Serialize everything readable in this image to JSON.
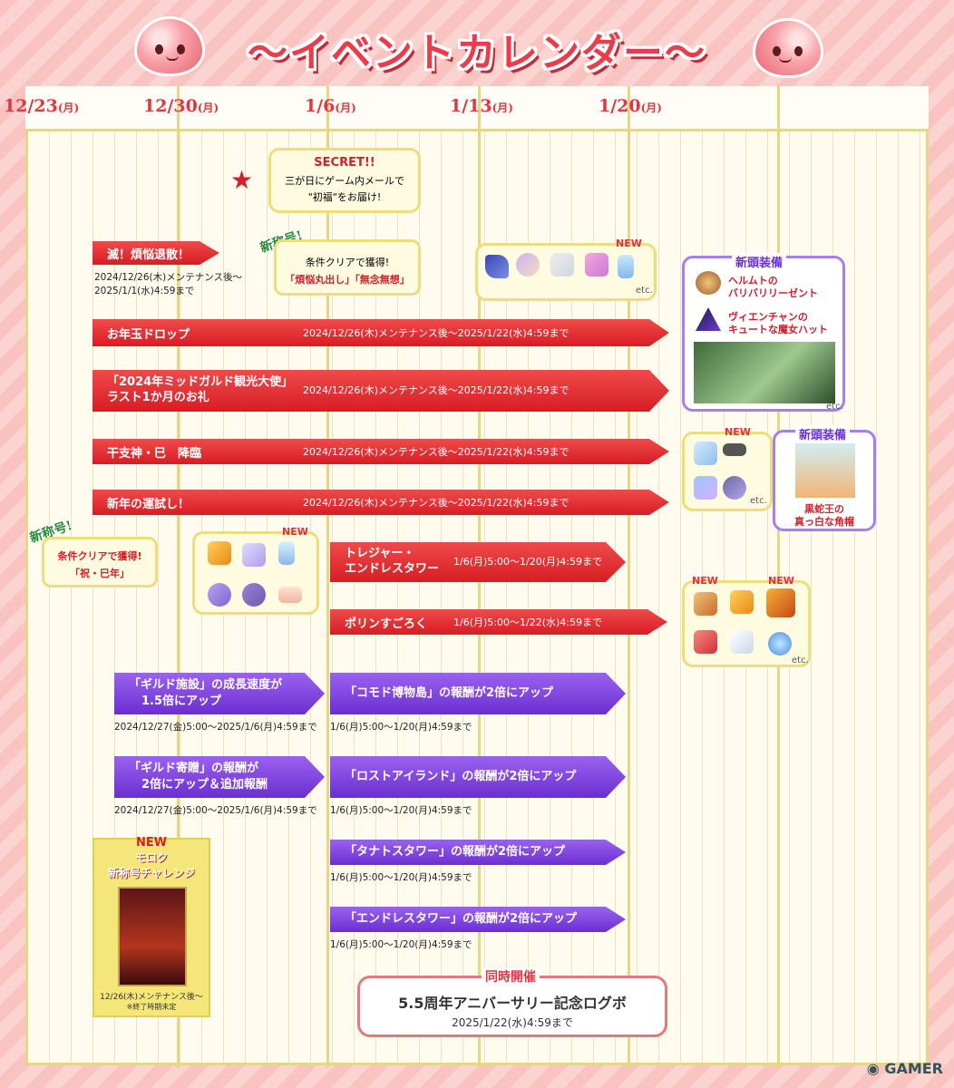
{
  "title": "〜イベントカレンダー〜",
  "dates": [
    {
      "d": "12/23",
      "w": "(月)"
    },
    {
      "d": "12/30",
      "w": "(月)"
    },
    {
      "d": "1/6",
      "w": "(月)"
    },
    {
      "d": "1/13",
      "w": "(月)"
    },
    {
      "d": "1/20",
      "w": "(月)"
    }
  ],
  "secret": {
    "title": "SECRET!!",
    "line1": "三が日にゲーム内メールで",
    "line2": "\"初福\"をお届け!"
  },
  "shougou1": {
    "tag": "新称号!",
    "line1": "条件クリアで獲得!",
    "line2": "「煩悩丸出し」「無念無想」"
  },
  "shougou2": {
    "tag": "新称号!",
    "line1": "条件クリアで獲得!",
    "line2": "「祝・巳年」"
  },
  "red_bars": [
    {
      "name": "滅！煩悩退散！",
      "period": ""
    },
    {
      "name": "お年玉ドロップ",
      "period": "2024/12/26(木)メンテナンス後〜2025/1/22(水)4:59まで"
    },
    {
      "name1": "「2024年ミッドガルド観光大使」",
      "name2": "ラスト1か月のお礼",
      "period": "2024/12/26(木)メンテナンス後〜2025/1/22(水)4:59まで"
    },
    {
      "name": "干支神・巳　降臨",
      "period": "2024/12/26(木)メンテナンス後〜2025/1/22(水)4:59まで"
    },
    {
      "name": "新年の運試し！",
      "period": "2024/12/26(木)メンテナンス後〜2025/1/22(水)4:59まで"
    },
    {
      "name1": "トレジャー・",
      "name2": "エンドレスタワー",
      "period": "1/6(月)5:00〜1/20(月)4:59まで"
    },
    {
      "name": "ポリンすごろく",
      "period": "1/6(月)5:00〜1/22(水)4:59まで"
    }
  ],
  "metsu_period1": "2024/12/26(木)メンテナンス後〜",
  "metsu_period2": "2025/1/1(水)4:59まで",
  "purple_bars": [
    {
      "line1": "「ギルド施設」の成長速度が",
      "line2": "1.5倍にアップ",
      "period": "2024/12/27(金)5:00〜2025/1/6(月)4:59まで"
    },
    {
      "line1": "「コモド博物島」の報酬が2倍にアップ",
      "period": "1/6(月)5:00〜1/20(月)4:59まで"
    },
    {
      "line1": "「ギルド寄贈」の報酬が",
      "line2": "2倍にアップ＆追加報酬",
      "period": "2024/12/27(金)5:00〜2025/1/6(月)4:59まで"
    },
    {
      "line1": "「ロストアイランド」の報酬が2倍にアップ",
      "period": "1/6(月)5:00〜1/20(月)4:59まで"
    },
    {
      "line1": "「タナトスタワー」の報酬が2倍にアップ",
      "period": "1/6(月)5:00〜1/20(月)4:59まで"
    },
    {
      "line1": "「エンドレスタワー」の報酬が2倍にアップ",
      "period": "1/6(月)5:00〜1/20(月)4:59まで"
    }
  ],
  "headgear1": {
    "title": "新頭装備",
    "item1_l1": "ヘルムトの",
    "item1_l2": "バリバリリーゼント",
    "item2_l1": "ヴィエンチャンの",
    "item2_l2": "キュートな魔女ハット",
    "etc": "etc."
  },
  "headgear2": {
    "title": "新頭装備",
    "line1": "黒蛇王の",
    "line2": "真っ白な角帽"
  },
  "new_label": "NEW",
  "etc_label": "etc.",
  "moroku": {
    "new": "NEW",
    "line1": "モロク",
    "line2": "新称号チャレンジ",
    "period1": "12/26(木)メンテナンス後〜",
    "period2": "※終了時期未定"
  },
  "simul": {
    "tag": "同時開催",
    "title": "5.5周年アニバーサリー記念ログボ",
    "period": "2025/1/22(水)4:59まで"
  },
  "watermark": "GAMER",
  "colors": {
    "red": "#d71c24",
    "purple": "#6a2fd0",
    "accent": "#e23642",
    "gold": "#e8d586"
  }
}
